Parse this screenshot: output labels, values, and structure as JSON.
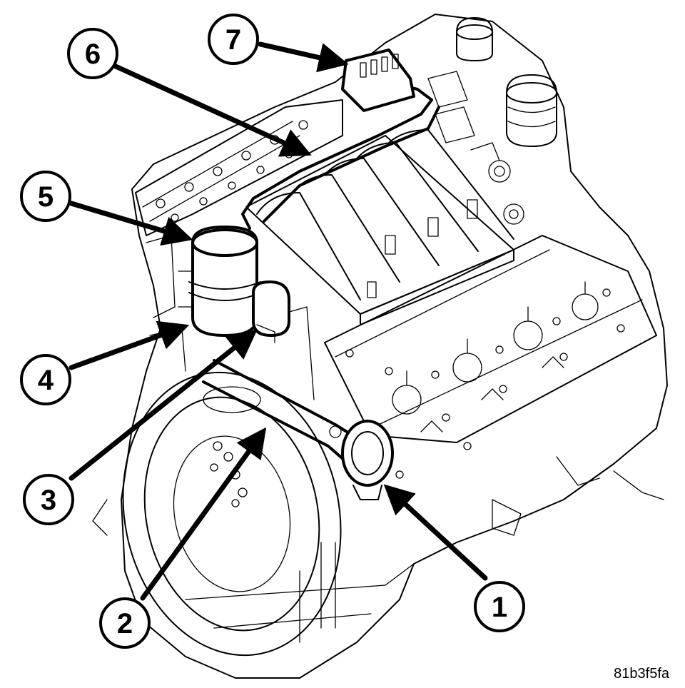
{
  "figure": {
    "id_label": "81b3f5fa"
  },
  "callouts": [
    {
      "number": "1"
    },
    {
      "number": "2"
    },
    {
      "number": "3"
    },
    {
      "number": "4"
    },
    {
      "number": "5"
    },
    {
      "number": "6"
    },
    {
      "number": "7"
    }
  ],
  "colors": {
    "ink": "#000000",
    "paper": "#ffffff"
  }
}
